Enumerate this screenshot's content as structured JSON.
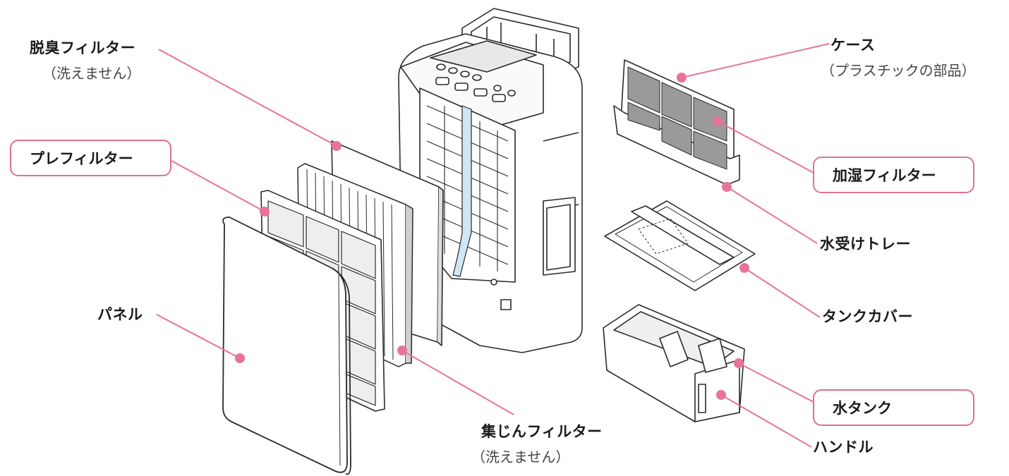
{
  "colors": {
    "leader": "#e8739a",
    "box_border": "#e0718f",
    "outline": "#2a2a2a",
    "blue_strip": "#cfe6f5"
  },
  "labels": {
    "deodorizing_filter": "脱臭フィルター",
    "deodorizing_note": "（洗えません）",
    "pre_filter": "プレフィルター",
    "panel": "パネル",
    "dust_filter": "集じんフィルター",
    "dust_note": "（洗えません）",
    "case": "ケース",
    "case_note": "（プラスチックの部品）",
    "humidifying_filter": "加湿フィルター",
    "water_tray": "水受けトレー",
    "tank_cover": "タンクカバー",
    "water_tank": "水タンク",
    "handle": "ハンドル"
  }
}
